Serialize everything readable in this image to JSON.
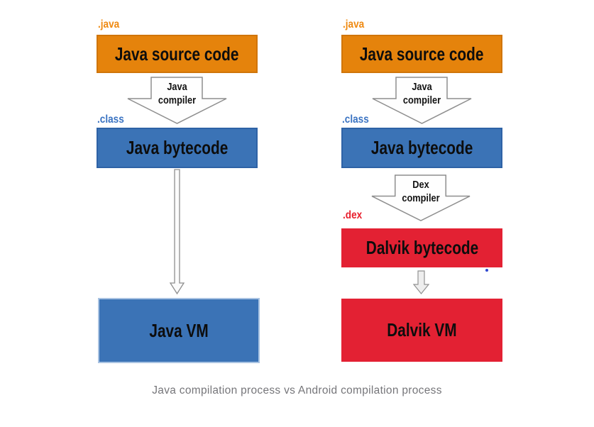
{
  "caption": "Java compilation process vs Android compilation process",
  "left": {
    "ext_top": ".java",
    "source": "Java source code",
    "compiler_line1": "Java",
    "compiler_line2": "compiler",
    "ext_mid": ".class",
    "bytecode": "Java bytecode",
    "vm": "Java VM"
  },
  "right": {
    "ext_top": ".java",
    "source": "Java source code",
    "compiler_line1": "Java",
    "compiler_line2": "compiler",
    "ext_mid": ".class",
    "bytecode": "Java bytecode",
    "dex_line1": "Dex",
    "dex_line2": "compiler",
    "ext_dex": ".dex",
    "dalvik": "Dalvik bytecode",
    "vm": "Dalvik VM"
  },
  "colors": {
    "orange_box": "#e5830c",
    "blue_box": "#3b73b6",
    "red_box": "#e32133",
    "label_orange": "#ef8a12",
    "label_blue": "#3a73c2",
    "label_red": "#e8212f",
    "arrow_fill": "#fefefe",
    "arrow_outline": "#8e8e8e",
    "caption_gray": "#76767a",
    "stray_dot_blue": "#2f48d0",
    "box_text": "#0d0d0d"
  }
}
